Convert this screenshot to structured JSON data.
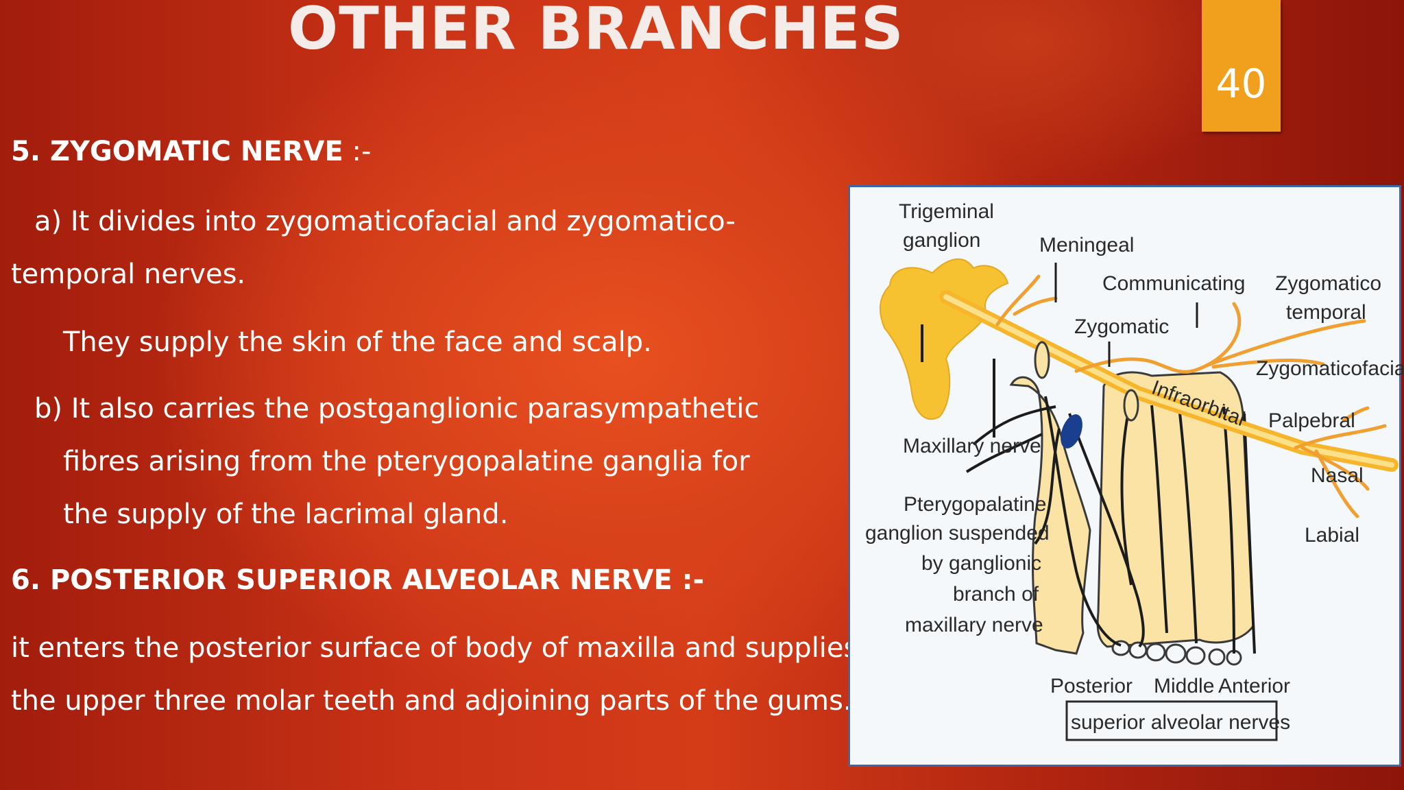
{
  "slide": {
    "title": "OTHER BRANCHES",
    "page_number": "40"
  },
  "content": {
    "zygomatic_heading": "5. ZYGOMATIC NERVE",
    "zygomatic_heading_suffix": " :-",
    "point_a_line1": "a) It divides into zygomaticofacial and zygomatico-",
    "point_a_line2": "temporal nerves.",
    "supply_line": "They supply the skin of the face and scalp.",
    "point_b_line1": "b) It also carries the postganglionic parasympathetic",
    "point_b_line2": "fibres arising from the pterygopalatine ganglia for",
    "point_b_line3": "the supply of the lacrimal gland.",
    "psa_heading": "6. POSTERIOR SUPERIOR ALVEOLAR NERVE :-",
    "psa_line1": " it enters the posterior surface of body of maxilla and supplies",
    "psa_line2": "the upper three molar teeth and adjoining parts of the gums."
  },
  "diagram": {
    "labels": {
      "trigeminal1": "Trigeminal",
      "trigeminal2": "ganglion",
      "meningeal": "Meningeal",
      "communicating": "Communicating",
      "zygomatico1": "Zygomatico",
      "zygomatico2": "temporal",
      "zygomatic": "Zygomatic",
      "zygomaticofacial": "Zygomaticofacial",
      "infraorbital": "Infraorbital",
      "palpebral": "Palpebral",
      "maxillary": "Maxillary nerve",
      "nasal": "Nasal",
      "ptery1": "Pterygopalatine",
      "ptery2": "ganglion suspended",
      "ptery3": "by ganglionic",
      "ptery4": "branch of",
      "ptery5": "maxillary nerve",
      "labial": "Labial",
      "posterior": "Posterior",
      "middle": "Middle",
      "anterior": "Anterior",
      "superior": "superior  alveolar  nerves"
    },
    "colors": {
      "nerve": "#f7b52b",
      "ganglion": "#f7c232",
      "bone": "#fbe3a6",
      "node": "#1b3f8f"
    }
  }
}
